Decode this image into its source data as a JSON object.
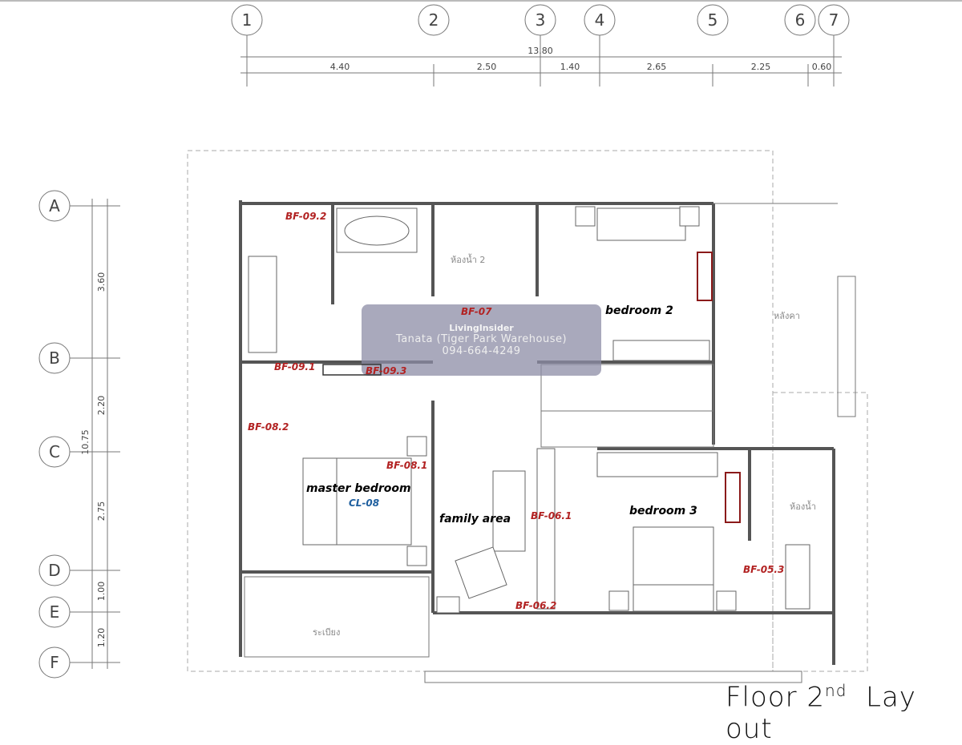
{
  "grid_columns": [
    "1",
    "2",
    "3",
    "4",
    "5",
    "6",
    "7"
  ],
  "grid_rows": [
    "A",
    "B",
    "C",
    "D",
    "E",
    "F"
  ],
  "horizontal_dimensions": {
    "total": "13.80",
    "segments": [
      "4.40",
      "2.50",
      "1.40",
      "2.65",
      "2.25",
      "0.60"
    ]
  },
  "vertical_dimensions": {
    "total": "10.75",
    "segments": [
      "3.60",
      "2.20",
      "2.75",
      "1.00",
      "1.20"
    ]
  },
  "rooms": {
    "master_bedroom": "master bedroom",
    "family_area": "family area",
    "bedroom_2": "bedroom 2",
    "bedroom_3": "bedroom 3",
    "bathroom_2": "ห้องน้ำ 2",
    "bathroom_3": "ห้องน้ำ",
    "roof": "หลังคา",
    "balcony": "ระเบียง"
  },
  "tags": {
    "bf_09_2": "BF-09.2",
    "bf_07": "BF-07",
    "bf_09_1": "BF-09.1",
    "bf_09_3": "BF-09.3",
    "bf_08_2": "BF-08.2",
    "bf_08_1": "BF-08.1",
    "cl_08": "CL-08",
    "bf_06_1": "BF-06.1",
    "bf_06_2": "BF-06.2",
    "bf_05_3": "BF-05.3"
  },
  "watermark": {
    "logo": "LivingInsider",
    "line1": "Tanata (Tiger Park Warehouse)",
    "line2": "094-664-4249"
  },
  "title": {
    "main": "Floor 2",
    "sup": "nd",
    "suffix": "Lay out"
  },
  "colors": {
    "tag": "#b22222",
    "cl": "#1f5f9f",
    "watermark": "#8c8ca5"
  }
}
